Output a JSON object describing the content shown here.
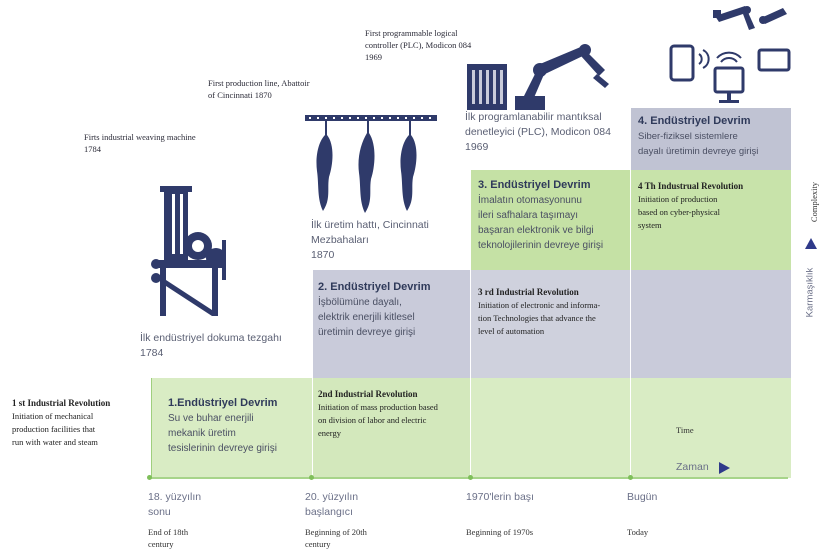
{
  "steps": [
    {
      "title_tr": "1.Endüstriyel Devrim",
      "text_tr": [
        "Su ve buhar enerjili",
        "mekanik üretim",
        "tesislerinin devreye girişi"
      ]
    },
    {
      "title_tr": "2. Endüstriyel Devrim",
      "text_tr": [
        "İşbölümüne dayalı,",
        "elektrik enerjili kitlesel",
        "üretimin devreye girişi"
      ],
      "title_en": "2nd Industrial Revolution",
      "text_en": [
        "Initiation of mass production based",
        "on division of labor and electric",
        "energy"
      ]
    },
    {
      "title_tr": "3. Endüstriyel Devrim",
      "text_tr": [
        "İmalatın otomasyonunu",
        "ileri safhalara taşımayı",
        "başaran elektronik ve bilgi",
        "teknolojilerinin devreye girişi"
      ],
      "title_en": "3 rd Industrial Revolution",
      "text_en": [
        "Initiation of electronic and informa-",
        "tion Technologies that advance the",
        "level of automation"
      ]
    },
    {
      "title_tr": "4. Endüstriyel Devrim",
      "text_tr": [
        "Siber-fiziksel sistemlere",
        "dayalı üretimin devreye girişi"
      ],
      "title_en": "4 Th Industrual Revolution",
      "text_en": [
        "Initiation of production",
        "based on cyber-physical",
        "system"
      ]
    }
  ],
  "first_en": {
    "title": "1 st Industrial Revolution",
    "text": [
      "Initiation of mechanical",
      "production facilities that",
      "run with water and steam"
    ]
  },
  "inventions": [
    {
      "en": [
        "Firts industrial weaving machine",
        "1784"
      ],
      "tr": [
        "İlk endüstriyel dokuma tezgahı",
        "1784"
      ]
    },
    {
      "en": [
        "First production line, Abattoir",
        "of Cincinnati 1870"
      ],
      "tr": [
        "İlk üretim hattı, Cincinnati",
        "Mezbahaları",
        "1870"
      ]
    },
    {
      "en": [
        "First programmable logical",
        "controller (PLC), Modicon 084",
        "1969"
      ],
      "tr": [
        "İlk programlanabilir mantıksal",
        "denetleyici (PLC), Modicon 084",
        "1969"
      ]
    }
  ],
  "time_axis": [
    {
      "tr": [
        "18. yüzyılın",
        "sonu"
      ],
      "en": [
        "End of 18th",
        "century"
      ]
    },
    {
      "tr": [
        "20. yüzyılın",
        "başlangıcı"
      ],
      "en": [
        "Beginning of 20th",
        "century"
      ]
    },
    {
      "tr": [
        "1970'lerin başı"
      ],
      "en": [
        "Beginning of 1970s"
      ]
    },
    {
      "tr": [
        "Bugün"
      ],
      "en": [
        "Today"
      ]
    }
  ],
  "axis": {
    "time_en": "Time",
    "time_tr": "Zaman",
    "complexity_en": "Complexity",
    "complexity_tr": "Karmaşıklık"
  },
  "colors": {
    "green": "#c5e1a5",
    "green_light": "#d9ecc4",
    "grey_blue": "#c9cbda",
    "navy": "#2f3a6a",
    "accent_line": "#7fbf5a"
  }
}
